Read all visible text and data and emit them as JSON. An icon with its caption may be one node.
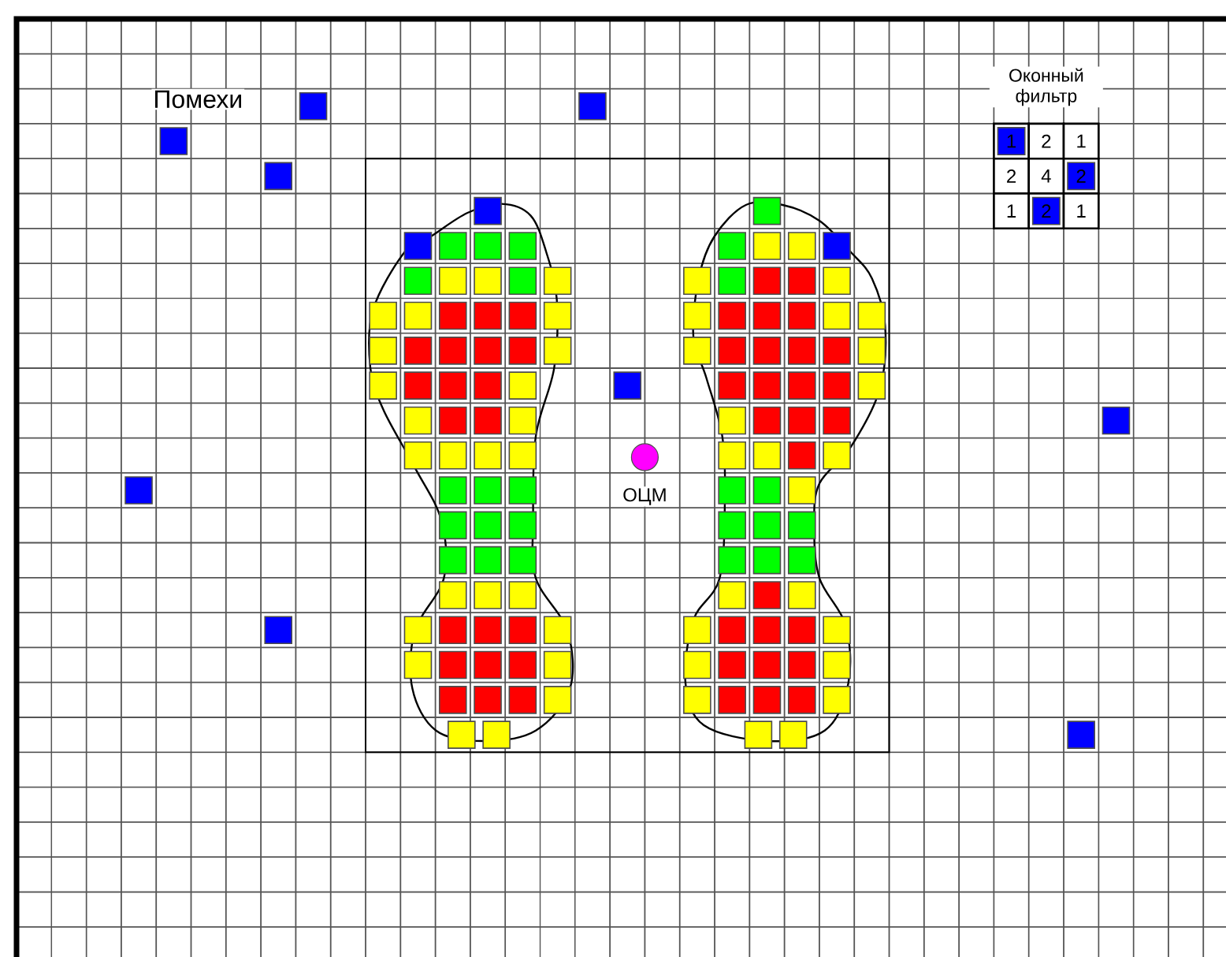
{
  "diagram": {
    "labels": [
      "Оконный фильтр",
      "Помехи",
      "1",
      "2",
      "1",
      "2",
      "4",
      "2",
      "1",
      "2",
      "1",
      "ОЦМ"
    ]
  }
}
